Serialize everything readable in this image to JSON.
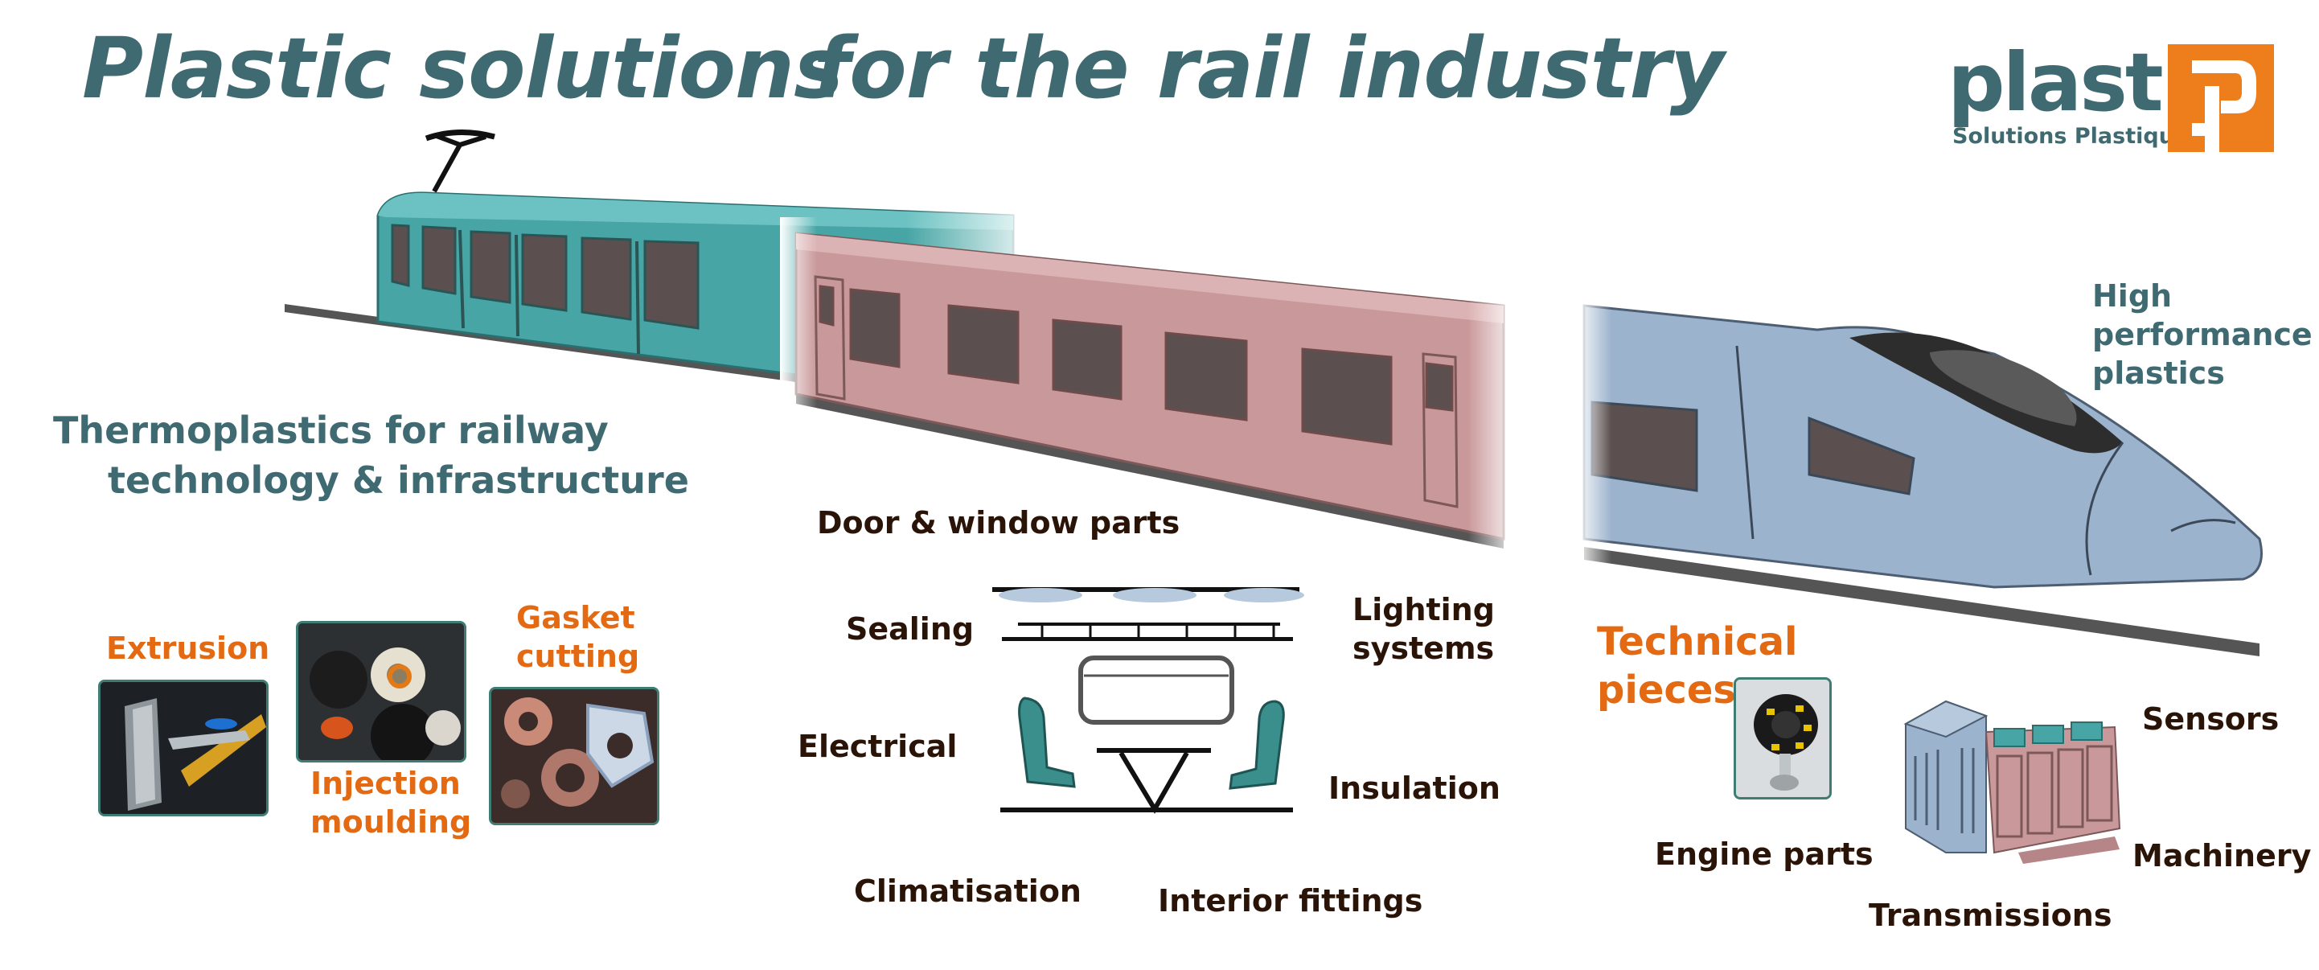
{
  "header": {
    "title_left": "Plastic solutions",
    "title_right": "for the rail industry"
  },
  "logo": {
    "word": "plastil",
    "tagline": "Solutions Plastiques",
    "brand_color": "#ee7d1b",
    "text_color": "#3f6a71"
  },
  "colors": {
    "accent_teal": "#3f6a71",
    "accent_orange": "#e36a12",
    "tram_color": "#47a5a5",
    "coach_color": "#c9989a",
    "hsr_color": "#9cb3cd"
  },
  "left": {
    "heading_line1": "Thermoplastics for railway",
    "heading_line2": "technology & infrastructure",
    "processes": {
      "extrusion": "Extrusion",
      "injection_line1": "Injection",
      "injection_line2": "moulding",
      "gasket_line1": "Gasket",
      "gasket_line2": "cutting"
    }
  },
  "middle": {
    "labels": {
      "door_window": "Door & window parts",
      "sealing": "Sealing",
      "lighting_line1": "Lighting",
      "lighting_line2": "systems",
      "electrical": "Electrical",
      "insulation": "Insulation",
      "climatisation": "Climatisation",
      "interior": "Interior fittings"
    }
  },
  "right": {
    "hpp_line1": "High",
    "hpp_line2": "performance",
    "hpp_line3": "plastics",
    "technical_line1": "Technical",
    "technical_line2": "pieces",
    "labels": {
      "sensors": "Sensors",
      "engine": "Engine parts",
      "machinery": "Machinery",
      "transmissions": "Transmissions"
    }
  }
}
